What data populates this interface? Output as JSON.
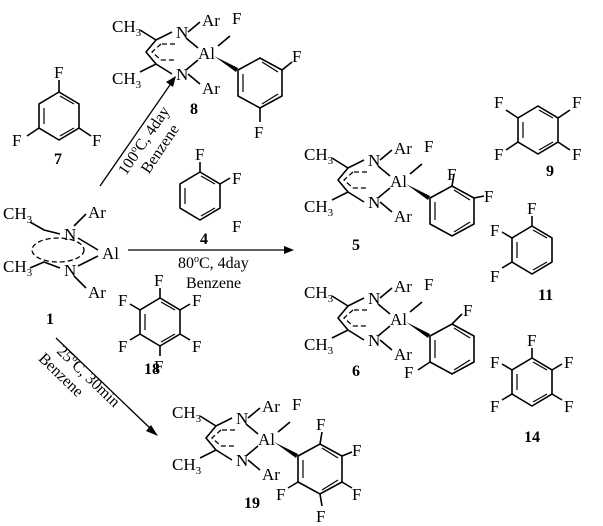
{
  "compounds": {
    "c1": "1",
    "c4": "4",
    "c5": "5",
    "c6": "6",
    "c7": "7",
    "c8": "8",
    "c9": "9",
    "c11": "11",
    "c14": "14",
    "c18": "18",
    "c19": "19"
  },
  "atoms": {
    "ch3": "CH",
    "three": "3",
    "n": "N",
    "ar": "Ar",
    "al": "Al",
    "f": "F"
  },
  "conditions": {
    "top_temp": "100",
    "top_time": "C, 4day",
    "top_solvent": "Benzene",
    "mid_temp": "80",
    "mid_time": "C, 4day",
    "mid_solvent": "Benzene",
    "bot_temp": "25",
    "bot_time": "C, 30min",
    "bot_solvent": "Benzene",
    "degree": "o"
  }
}
